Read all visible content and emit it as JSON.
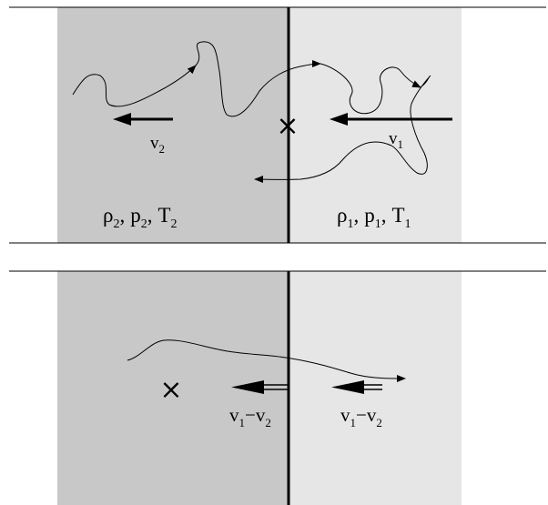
{
  "colors": {
    "left_region": "#c8c8c8",
    "right_region": "#e6e6e6",
    "line": "#000000",
    "background": "#ffffff"
  },
  "top_panel": {
    "v_left": {
      "sym": "v",
      "sub": "2"
    },
    "v_right": {
      "sym": "v",
      "sub": "1"
    },
    "state_left": {
      "rho": "ρ",
      "rho_sub": "2",
      "p": "p",
      "p_sub": "2",
      "T": "T",
      "T_sub": "2"
    },
    "state_right": {
      "rho": "ρ",
      "rho_sub": "1",
      "p": "p",
      "p_sub": "1",
      "T": "T",
      "T_sub": "1"
    },
    "cross": "×",
    "comma": ","
  },
  "bottom_panel": {
    "rel_left": {
      "a": "v",
      "a_sub": "1",
      "minus": "−",
      "b": "v",
      "b_sub": "2"
    },
    "rel_right": {
      "a": "v",
      "a_sub": "1",
      "minus": "−",
      "b": "v",
      "b_sub": "2"
    },
    "cross": "×"
  }
}
